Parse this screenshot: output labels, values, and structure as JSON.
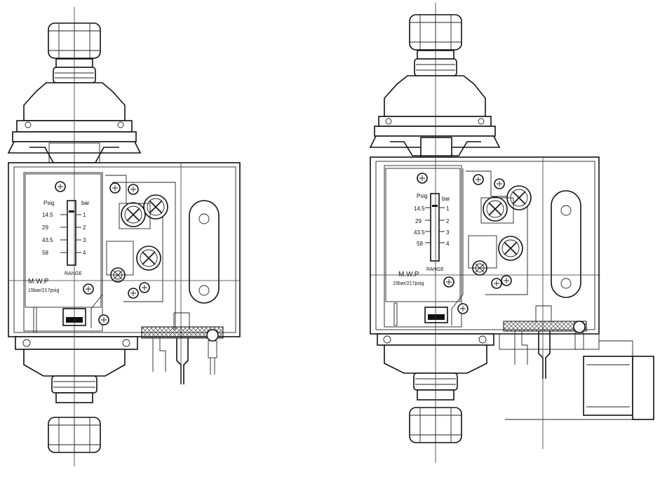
{
  "diagram": {
    "views": [
      {
        "id": "left-view",
        "scale_psig": [
          "14.5",
          "29",
          "43.5",
          "58"
        ],
        "scale_bar": [
          "1",
          "2",
          "3",
          "4"
        ],
        "unit_psig": "Psig",
        "unit_bar": "bar",
        "range_label": "RANGE",
        "brand": "M.W.P",
        "rating": "15bar/217psig"
      },
      {
        "id": "right-view",
        "scale_psig": [
          "14.5",
          "29",
          "43.5",
          "58"
        ],
        "scale_bar": [
          "1",
          "2",
          "3",
          "4"
        ],
        "unit_psig": "Psig",
        "unit_bar": "bar",
        "range_label": "RANGE",
        "brand": "M.W.P",
        "rating": "15bar/217psig"
      }
    ]
  }
}
